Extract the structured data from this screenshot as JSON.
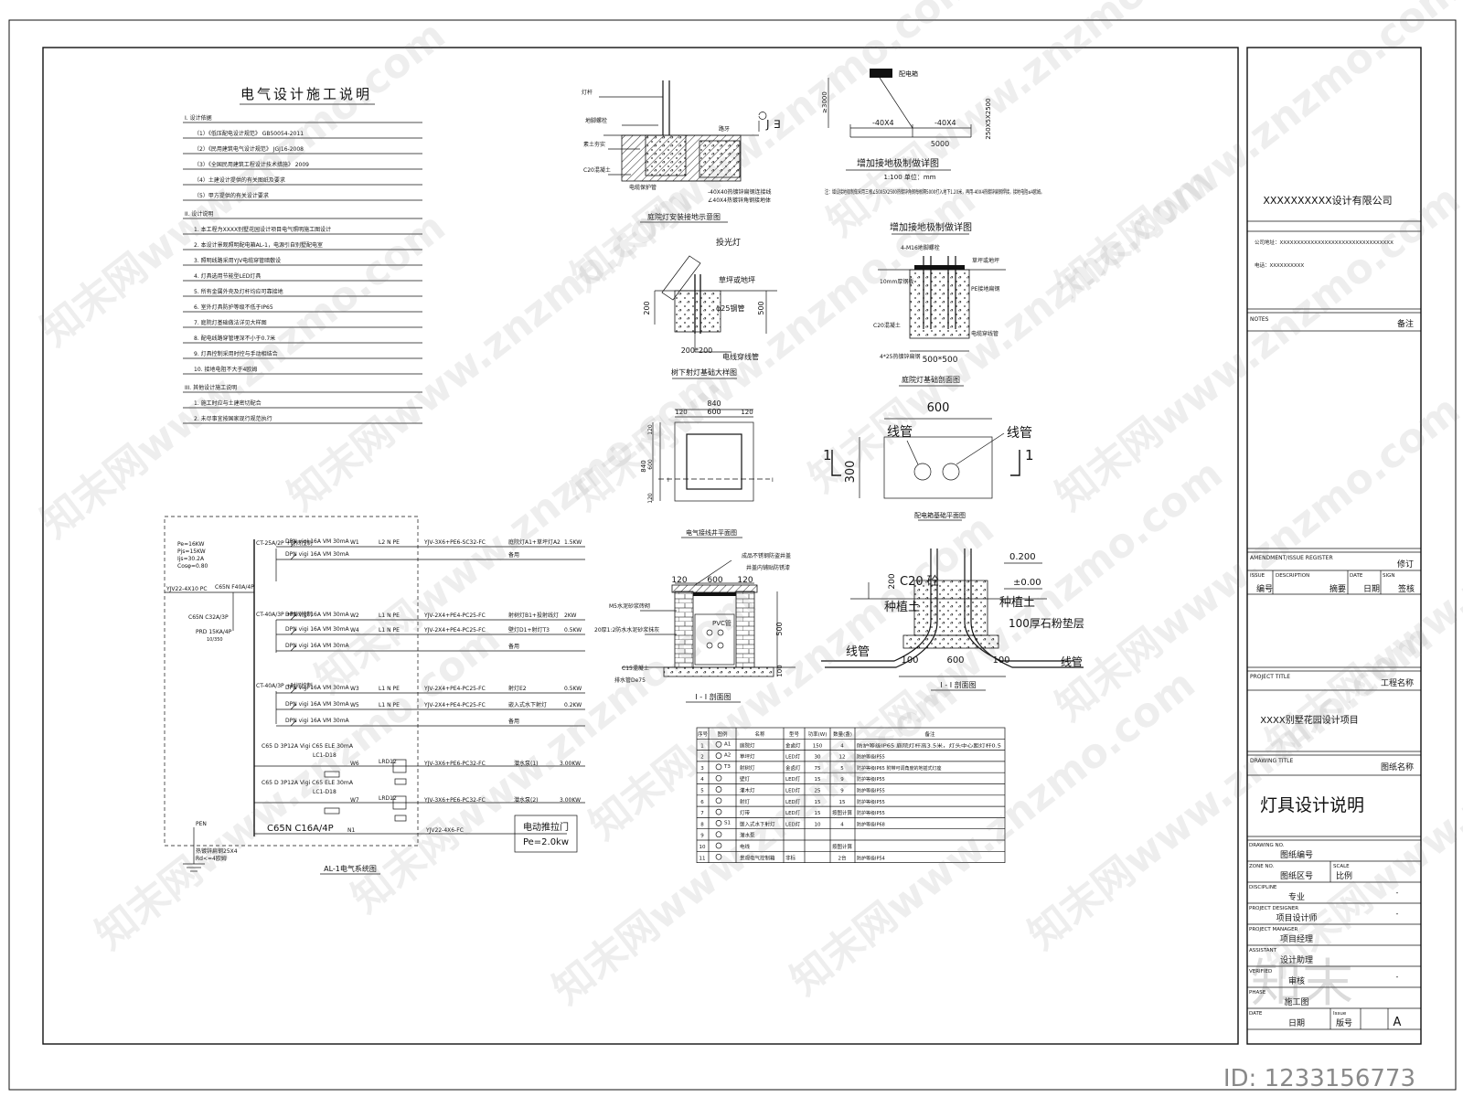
{
  "notes_title": "电气设计施工说明",
  "notes_lines": [
    "I. 设计依据",
    "（1）《低压配电设计规范》 GB50054-2011",
    "（2）《民用建筑电气设计规范》 JGJ16-2008",
    "（3）《全国民用建筑工程设计技术措施》 2009",
    "（4）土建设计提供的有关图纸及要求",
    "（5）甲方提供的有关设计要求",
    "II. 设计说明",
    "1. 本工程为XXXX别墅花园设计项目电气照明施工图设计",
    "2. 本设计景观照明配电箱AL-1，电源引自别墅配电室",
    "3. 照明线路采用YJV电缆穿管暗敷设",
    "4. 灯具选用节能型LED灯具",
    "5. 所有金属外壳及灯杆均应可靠接地",
    "6. 室外灯具防护等级不低于IP65",
    "7. 庭院灯基础做法详见大样图",
    "8. 配电线路穿管埋深不小于0.7米",
    "9. 灯具控制采用时控与手动相结合",
    "10. 接地电阻不大于4欧姆",
    "III. 其他设计施工说明",
    "1. 施工时应与土建密切配合",
    "2. 未尽事宜按国家现行规范执行"
  ],
  "lamp_title": "庭院灯安装接地示意图",
  "lamp_labels": [
    "灯杆",
    "地脚螺栓",
    "素土夯实",
    "C20混凝土",
    "电缆保护管",
    "-40X40热镀锌扁钢连接线",
    "∠40X4热镀锌角钢接地体",
    "路牙"
  ],
  "ground_detail_title": "增加接地极制做详图",
  "ground_scale": "1:100  单位：mm",
  "ground_dims": [
    "≥3000",
    "-40X4",
    "-40X4",
    "5000",
    "250X5X2500"
  ],
  "ground_box": "配电箱",
  "ground_note": "注：增设接地极制做采用三根∠50X5X2500热镀锌角钢每根隔5000打入地下1.20米，再用-40X4热镀锌扁钢焊接，接地电阻≤4欧姆。",
  "ground_detail2_title": "增加接地极制做详图",
  "lamp_base_title": "庭院灯基础剖面图",
  "lamp_base_labels": [
    "4-M16地脚螺栓",
    "草坪或地坪",
    "10mm厚钢板",
    "PE接地扁钢",
    "C20混凝土",
    "电缆穿线管",
    "4*25热镀锌扁钢"
  ],
  "lamp_base_dim": "500*500",
  "spot_title": "树下射灯基础大样图",
  "spot_labels": [
    "投光灯",
    "草坪或地坪",
    "φ25钢管",
    "电线穿线管"
  ],
  "spot_dims": [
    "200",
    "500",
    "200*200"
  ],
  "pit_plan_title": "电气接线井平面图",
  "pit_plan_dims": [
    "840",
    "120",
    "600",
    "120",
    "840",
    "120",
    "600",
    "120"
  ],
  "pit_plan_cut": [
    "I",
    "I"
  ],
  "pipe_plan_title": "配电箱基础平面图",
  "pipe_plan_dims": [
    "600",
    "300",
    "1",
    "1"
  ],
  "pipe_plan_labels": [
    "线管",
    "线管"
  ],
  "pit_sec_title": "I - I 剖面图",
  "pit_sec_labels": [
    "成品不锈钢防盗井盖",
    "井盖内铺贴防锈漆",
    "M5水泥砂浆砖砌",
    "20厚1:2防水水泥砂浆抹灰",
    "PVC管",
    "C15混凝土",
    "排水管De75"
  ],
  "pit_sec_dims": [
    "120",
    "600",
    "120",
    "500",
    "100"
  ],
  "base_sec_title": "I - I 剖面图",
  "base_sec_labels": [
    "C20 砼",
    "种植土",
    "种植土",
    "100厚石粉垫层",
    "线管",
    "线管"
  ],
  "base_sec_dims": [
    "0.200",
    "±0.00",
    "200",
    "100",
    "600",
    "100"
  ],
  "circuit_title": "AL-1电气系统图",
  "circuit_params": [
    "Pe=16KW",
    "Pjs=15KW",
    "Ijs=30.2A",
    "Cosφ=0.80"
  ],
  "circuit_incoming": [
    "YJV22-4X10 PC",
    "C65N F40A/4P",
    "C65N C32A/3P",
    "PRD 15KA/4P"
  ],
  "circuit_contactors": [
    "CT-25A/2P +时间控制",
    "CT-40A/3P +时间控制",
    "CT-40A/3P +时间控制"
  ],
  "circuit_rows": [
    {
      "breaker": "DPN vigi 16A VM 30mA",
      "no": "W1",
      "phase": "L2 N PE",
      "cable": "YJV-3X6+PE6-SC32-FC",
      "load": "庭院灯A1+草坪灯A2",
      "power": "1.5KW"
    },
    {
      "breaker": "DPN vigi 16A VM 30mA",
      "no": "",
      "phase": "",
      "cable": "",
      "load": "备用",
      "power": ""
    },
    {
      "breaker": "DPN vigi 16A VM 30mA",
      "no": "W2",
      "phase": "L1 N PE",
      "cable": "YJV-2X4+PE4-PC25-FC",
      "load": "射树灯B1+投射线灯",
      "power": "2KW"
    },
    {
      "breaker": "DPN vigi 16A VM 30mA",
      "no": "W4",
      "phase": "L1 N PE",
      "cable": "YJV-2X4+PE4-PC25-FC",
      "load": "壁灯D1+射灯T3",
      "power": "0.5KW"
    },
    {
      "breaker": "DPN vigi 16A VM 30mA",
      "no": "",
      "phase": "",
      "cable": "",
      "load": "备用",
      "power": ""
    },
    {
      "breaker": "DPN vigi 16A VM 30mA",
      "no": "W3",
      "phase": "L1 N PE",
      "cable": "YJV-2X4+PE4-PC25-FC",
      "load": "射灯E2",
      "power": "0.5KW"
    },
    {
      "breaker": "DPN vigi 16A VM 30mA",
      "no": "W5",
      "phase": "L1 N PE",
      "cable": "YJV-2X4+PE4-PC25-FC",
      "load": "嵌入式水下射灯",
      "power": "0.2KW"
    },
    {
      "breaker": "DPN vigi 16A VM 30mA",
      "no": "",
      "phase": "",
      "cable": "",
      "load": "备用",
      "power": ""
    }
  ],
  "circuit_pumps": [
    {
      "breaker": "C65 D 3P12A Vigi C65 ELE 30mA",
      "contactor": "LC1-D18",
      "relay": "LRD12",
      "no": "W6",
      "cable": "YJV-3X6+PE6-PC32-FC",
      "load": "潜水泵(1)",
      "power": "3.00KW"
    },
    {
      "breaker": "C65 D 3P12A Vigi C65 ELE 30mA",
      "contactor": "LC1-D18",
      "relay": "LRD12",
      "no": "W7",
      "cable": "YJV-3X6+PE6-PC32-FC",
      "load": "潜水泵(2)",
      "power": "3.00KW"
    }
  ],
  "circuit_last": {
    "breaker": "C65N C16A/4P",
    "no": "N1",
    "cable": "YJV22-4X6-FC",
    "box_title": "电动推拉门",
    "box_power": "Pe=2.0kw"
  },
  "circuit_ground": [
    "PEN",
    "热镀锌扁钢25X4",
    "Rd<=4欧姆"
  ],
  "legend_headers": [
    "序号",
    "图例",
    "名称",
    "型号",
    "功率(W)",
    "数量(盏)",
    "备注"
  ],
  "legend_rows": [
    {
      "no": "1",
      "sym": "A1",
      "name": "庭院灯",
      "type": "金卤灯",
      "power": "150",
      "qty": "4",
      "note": "防护等级IP65 庭院灯杆高3.5米，灯头中心距灯杆0.5"
    },
    {
      "no": "2",
      "sym": "A2",
      "name": "草坪灯",
      "type": "LED灯",
      "power": "30",
      "qty": "12",
      "note": "防护等级IP55"
    },
    {
      "no": "3",
      "sym": "T3",
      "name": "射树灯",
      "type": "金卤灯",
      "power": "75",
      "qty": "5",
      "note": "防护等级IP65 附带可调角度的地插式灯座"
    },
    {
      "no": "4",
      "sym": "",
      "name": "壁灯",
      "type": "LED灯",
      "power": "15",
      "qty": "9",
      "note": "防护等级IP55"
    },
    {
      "no": "5",
      "sym": "",
      "name": "灌木灯",
      "type": "LED灯",
      "power": "25",
      "qty": "9",
      "note": "防护等级IP55"
    },
    {
      "no": "6",
      "sym": "",
      "name": "射灯",
      "type": "LED灯",
      "power": "15",
      "qty": "15",
      "note": "防护等级IP55"
    },
    {
      "no": "7",
      "sym": "",
      "name": "灯带",
      "type": "LED灯",
      "power": "15",
      "qty": "按图计算",
      "note": "防护等级IP55"
    },
    {
      "no": "8",
      "sym": "S1",
      "name": "嵌入式水下射灯",
      "type": "LED灯",
      "power": "10",
      "qty": "4",
      "note": "防护等级IP68"
    },
    {
      "no": "9",
      "sym": "",
      "name": "潜水泵",
      "type": "",
      "power": "",
      "qty": "",
      "note": ""
    },
    {
      "no": "10",
      "sym": "",
      "name": "电线",
      "type": "",
      "power": "",
      "qty": "按图计算",
      "note": ""
    },
    {
      "no": "11",
      "sym": "",
      "name": "景观电气控制箱",
      "type": "非标",
      "power": "",
      "qty": "2台",
      "note": "防护等级IP54"
    }
  ],
  "titleblock": {
    "company": "XXXXXXXXXX设计有限公司",
    "address": "公司地址：XXXXXXXXXXXXXXXXXXXXXXXXXXXXXXXXX",
    "phone": "电话：XXXXXXXXXX",
    "notes_en": "NOTES",
    "notes_cn": "备注",
    "amend_en": "AMENDMENT/ISSUE REGISTER",
    "amend_cn": "修订",
    "cols_en": [
      "ISSUE",
      "DESCRIPTION",
      "DATE",
      "SIGN"
    ],
    "cols_cn": [
      "编号",
      "摘要",
      "日期",
      "签核"
    ],
    "project_en": "PROJECT TITLE",
    "project_cn": "工程名称",
    "project": "XXXX别墅花园设计项目",
    "drawing_en": "DRAWING TITLE",
    "drawing_cn": "图纸名称",
    "drawing": "灯具设计说明",
    "rows": [
      {
        "en": "DRAWING NO.",
        "cn": "图纸编号",
        "val": ""
      },
      {
        "en": "ZONE NO.",
        "cn": "图纸区号",
        "en2": "SCALE",
        "cn2": "比例",
        "val": ""
      },
      {
        "en": "DISCIPLINE",
        "cn": "专业",
        "val": "-"
      },
      {
        "en": "PROJECT DESIGNER",
        "cn": "项目设计师",
        "val": "-"
      },
      {
        "en": "PROJECT MANAGER",
        "cn": "项目经理",
        "val": ""
      },
      {
        "en": "ASSISTANT",
        "cn": "设计助理",
        "val": ""
      },
      {
        "en": "VERIFIED",
        "cn": "审核",
        "val": "-"
      },
      {
        "en": "PHASE",
        "cn": "施工图",
        "val": ""
      },
      {
        "en": "DATE",
        "cn": "日期",
        "en2": "Issue",
        "cn2": "版号",
        "val": "A"
      }
    ]
  },
  "watermark_text": "知末网www.znzmo.com",
  "logo_text": "知末",
  "id_text": "ID: 1233156773"
}
